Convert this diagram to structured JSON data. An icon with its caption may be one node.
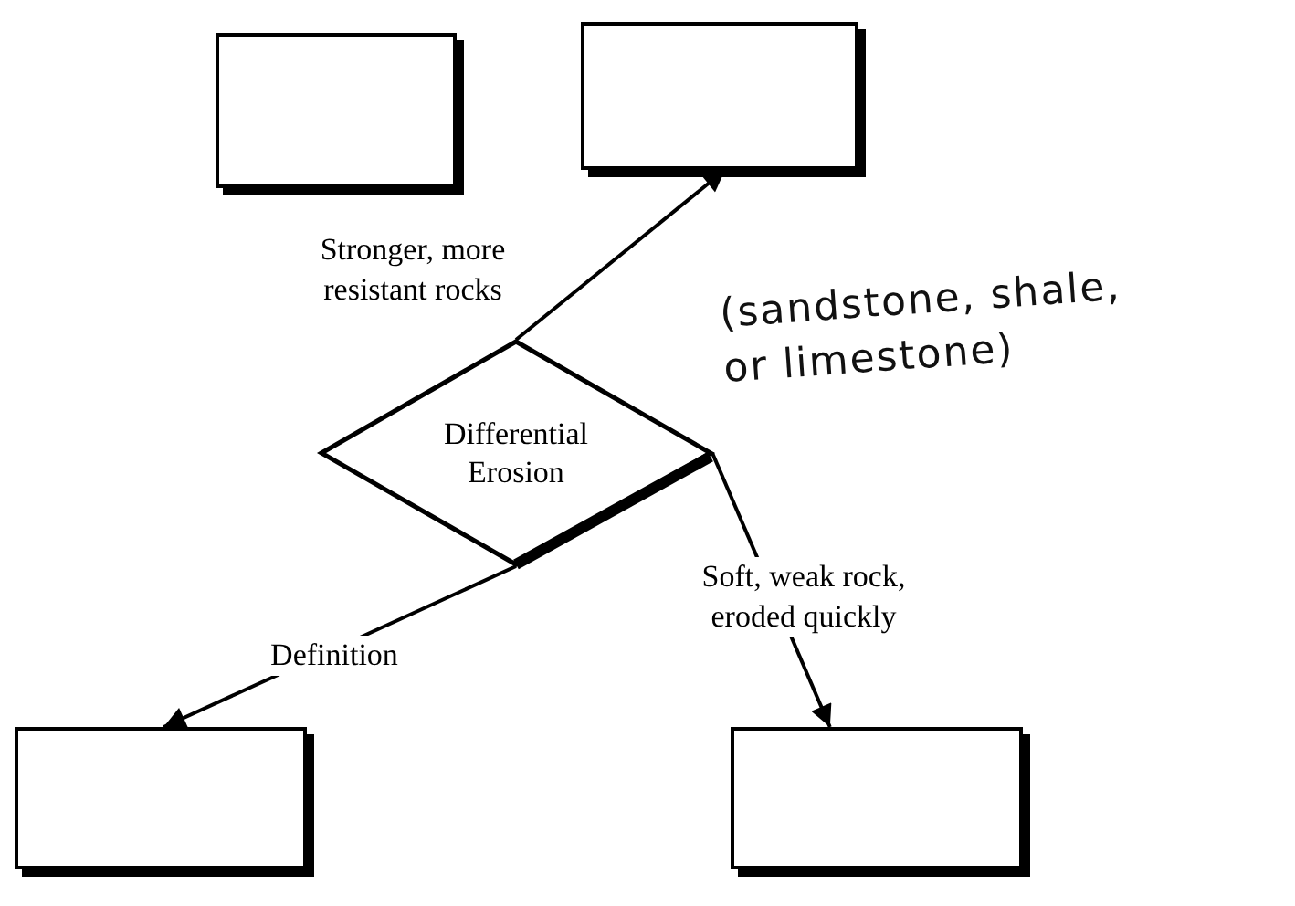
{
  "diagram": {
    "nodes": [
      {
        "text": [],
        "shape": "box"
      },
      {
        "text": [],
        "shape": "box"
      },
      {
        "text": [
          "Differential Erosion"
        ]
      },
      {
        "text": [],
        "shape": "box"
      },
      {
        "text": [],
        "shape": "box"
      }
    ],
    "edges": [
      {
        "from": 2,
        "to": 1,
        "arrow": "to",
        "label": "Stronger, more resistant rocks"
      },
      {
        "from": 2,
        "to": 3,
        "arrow": "to",
        "label": "Definition"
      },
      {
        "from": 2,
        "to": 4,
        "arrow": "to",
        "label": "Soft, weak rock, eroded quickly"
      }
    ],
    "labels": [
      "(sandstone, shale, or limestone)"
    ]
  }
}
